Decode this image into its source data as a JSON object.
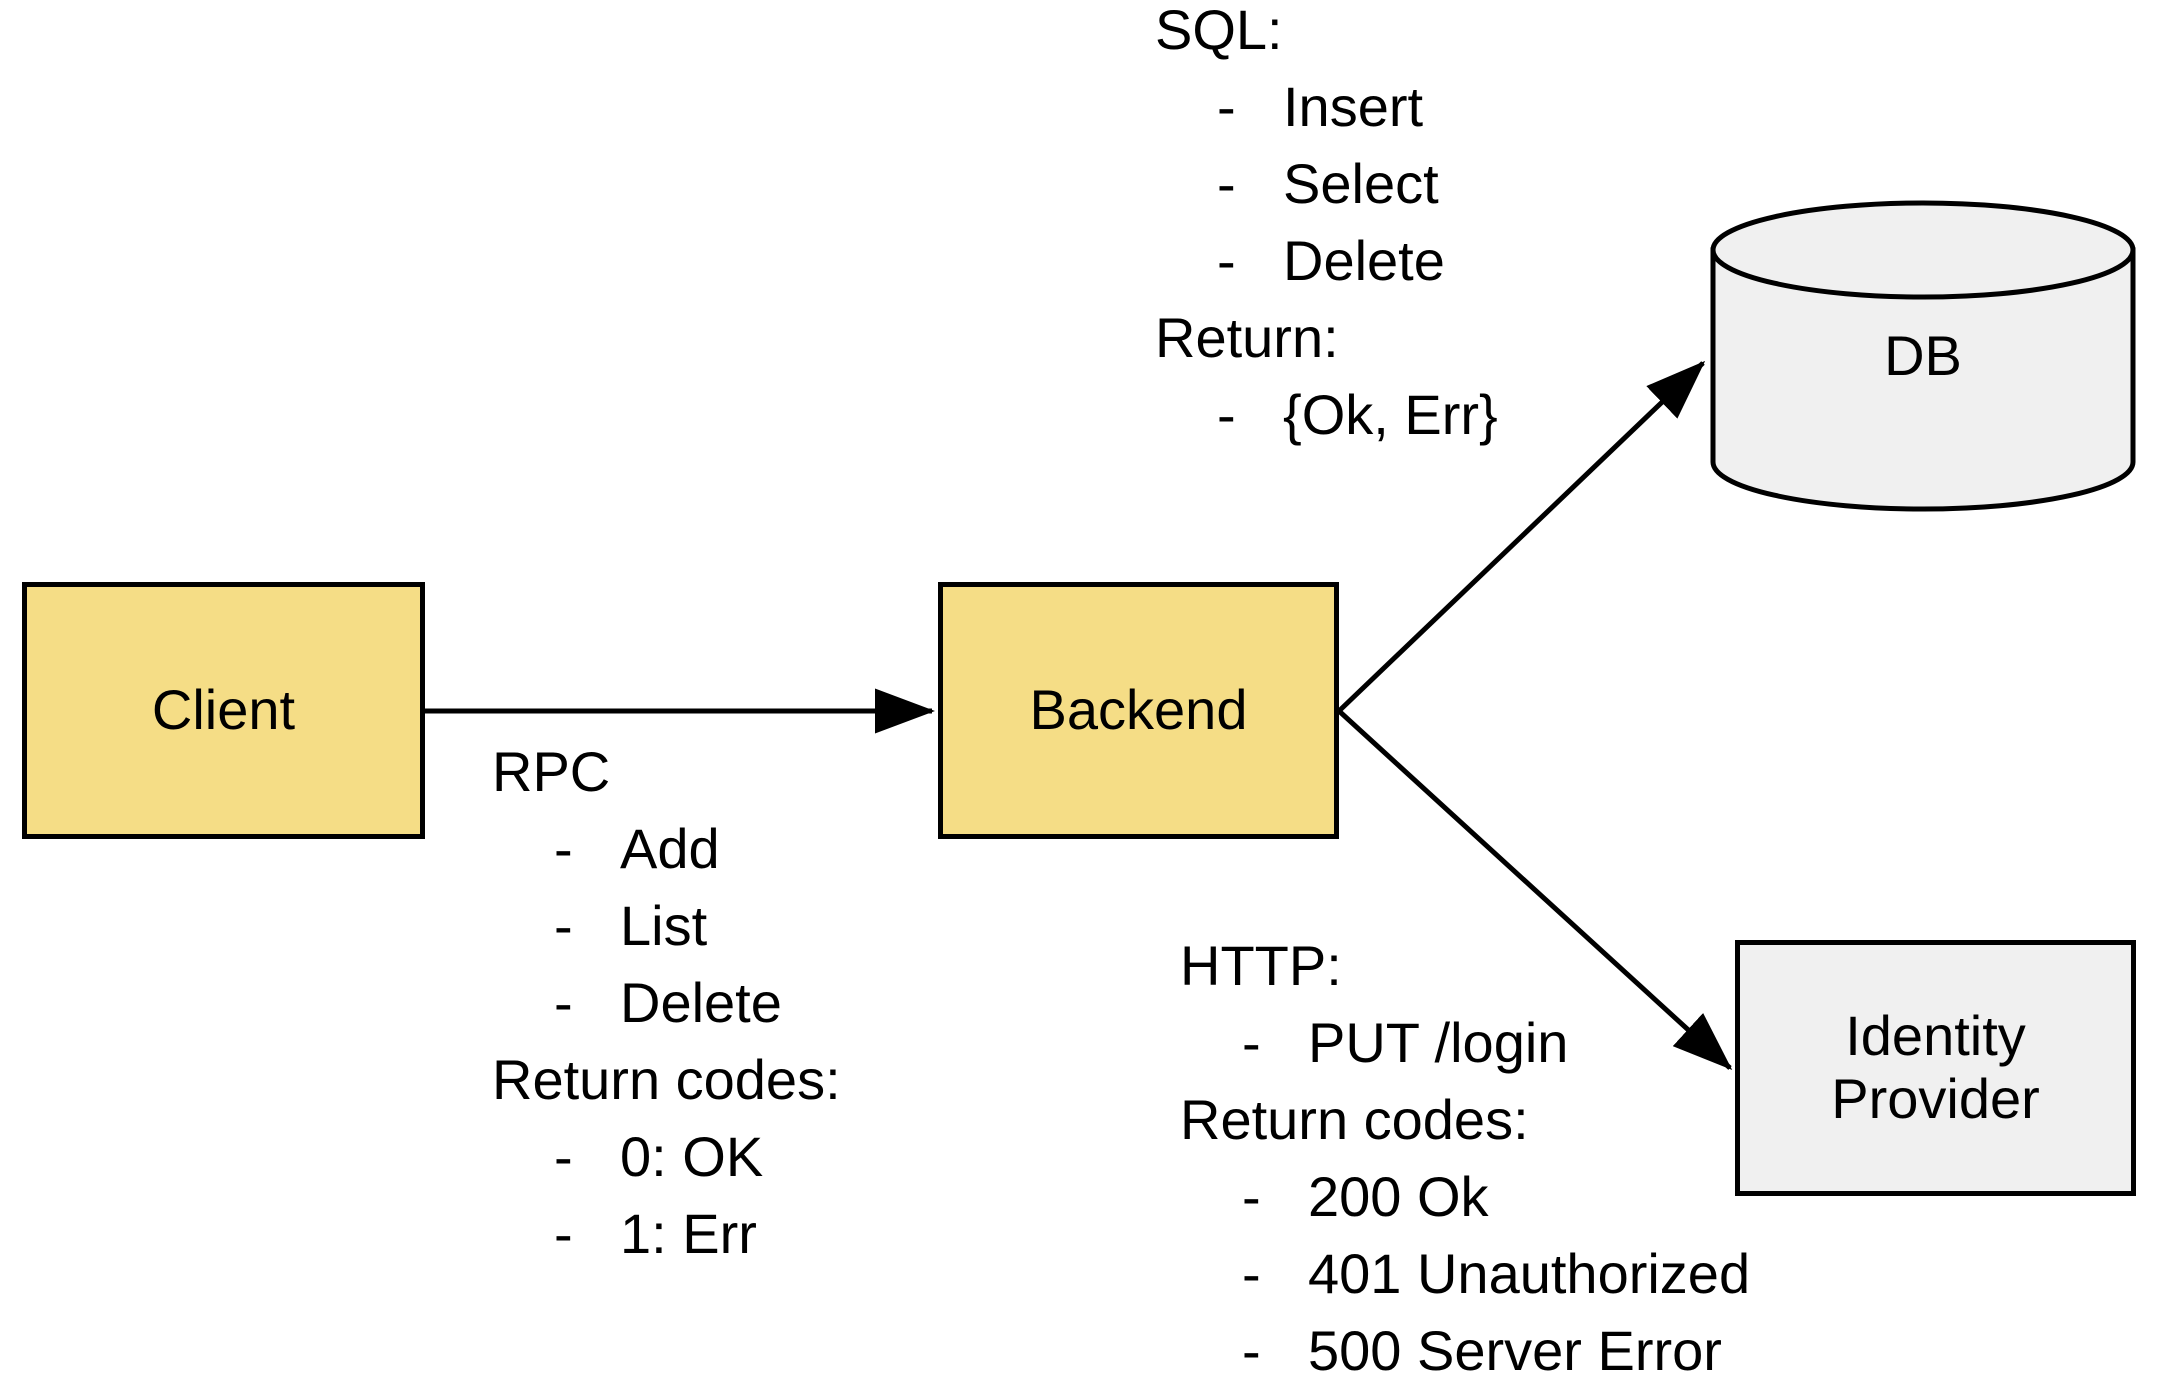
{
  "diagram": {
    "title": "Client / Backend / DB / Identity Provider architecture",
    "background": "#ffffff",
    "colors": {
      "service_fill": "#f5dd86",
      "store_fill": "#f0f0f0",
      "stroke": "#000000",
      "text": "#000000"
    }
  },
  "nodes": {
    "client": {
      "label": "Client",
      "shape": "rectangle",
      "fill": "#f5dd86"
    },
    "backend": {
      "label": "Backend",
      "shape": "rectangle",
      "fill": "#f5dd86"
    },
    "db": {
      "label": "DB",
      "shape": "cylinder",
      "fill": "#f0f0f0"
    },
    "idp": {
      "label": "Identity\nProvider",
      "shape": "rectangle",
      "fill": "#f0f0f0"
    }
  },
  "annotations": {
    "rpc": {
      "header": "RPC",
      "items": [
        "Add",
        "List",
        "Delete"
      ],
      "returns_header": "Return codes:",
      "returns": [
        "0: OK",
        "1: Err"
      ],
      "dash": "-"
    },
    "sql": {
      "header": "SQL:",
      "items": [
        "Insert",
        "Select",
        "Delete"
      ],
      "returns_header": "Return:",
      "returns": [
        "{Ok, Err}"
      ],
      "dash": "-"
    },
    "http": {
      "header": "HTTP:",
      "items": [
        "PUT /login"
      ],
      "returns_header": "Return codes:",
      "returns": [
        "200 Ok",
        "401 Unauthorized",
        "500 Server Error"
      ],
      "dash": "-"
    }
  },
  "edges": [
    {
      "name": "client-to-backend",
      "from": "client",
      "to": "backend",
      "label_ref": "rpc",
      "arrow": "single"
    },
    {
      "name": "backend-to-db",
      "from": "backend",
      "to": "db",
      "label_ref": "sql",
      "arrow": "single"
    },
    {
      "name": "backend-to-idp",
      "from": "backend",
      "to": "idp",
      "label_ref": "http",
      "arrow": "single"
    }
  ]
}
